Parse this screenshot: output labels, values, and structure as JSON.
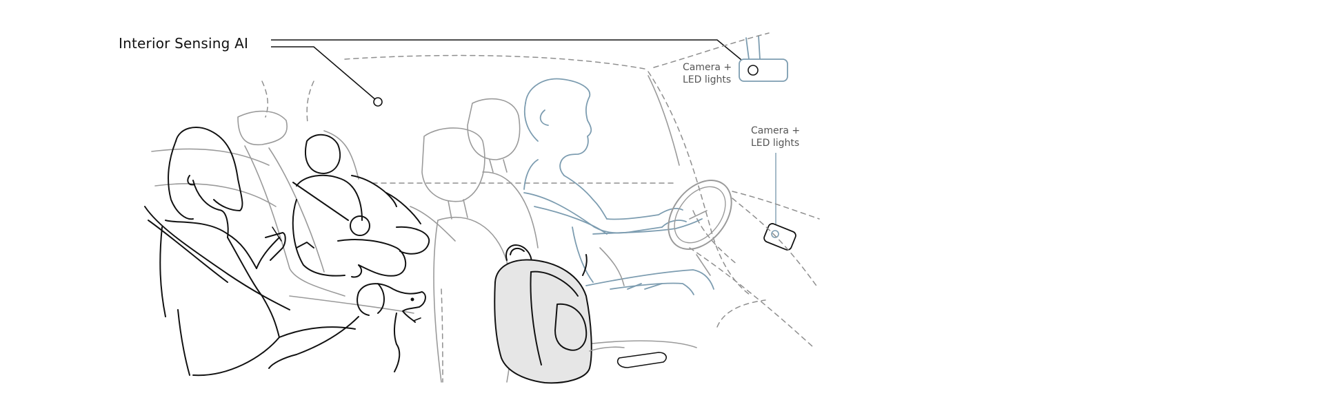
{
  "diagram": {
    "title": "Interior Sensing AI",
    "callouts": [
      {
        "line1": "Camera +",
        "line2": "LED lights"
      },
      {
        "line1": "Camera +",
        "line2": "LED lights"
      }
    ],
    "colors": {
      "ink": "#111111",
      "sensor_blue": "#7c9cb0",
      "dashed_view": "#8e8e8e",
      "backpack_fill": "#e6e6e6"
    }
  }
}
